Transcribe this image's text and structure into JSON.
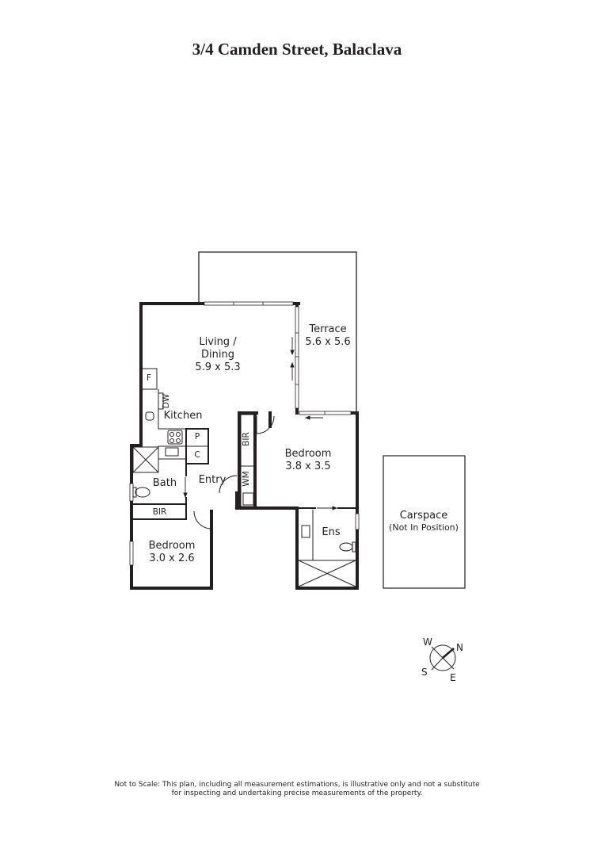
{
  "header": {
    "title": "3/4 Camden Street, Balaclava"
  },
  "rooms": {
    "living": {
      "name_line1": "Living /",
      "name_line2": "Dining",
      "size": "5.9 x 5.3"
    },
    "terrace": {
      "name": "Terrace",
      "size": "5.6 x 5.6"
    },
    "kitchen": {
      "name": "Kitchen"
    },
    "bedroom_main": {
      "name": "Bedroom",
      "size": "3.8 x 3.5"
    },
    "bedroom_second": {
      "name": "Bedroom",
      "size": "3.0 x 2.6"
    },
    "bath": {
      "name": "Bath"
    },
    "entry": {
      "name": "Entry"
    },
    "ensuite": {
      "name": "Ens"
    },
    "carspace": {
      "name": "Carspace",
      "note": "(Not In Position)"
    }
  },
  "fixtures": {
    "fridge": "F",
    "dishwasher": "DW",
    "pantry": "P",
    "cupboard": "C",
    "bir_main": "BIR",
    "washing_machine": "WM",
    "bir_second": "BIR"
  },
  "compass": {
    "n": "N",
    "s": "S",
    "e": "E",
    "w": "W"
  },
  "footer": {
    "disclaimer_line1": "Not to Scale: This plan, including all measurement estimations, is illustrative only and not a substitute",
    "disclaimer_line2": "for inspecting and undertaking precise measurements of the property."
  },
  "colors": {
    "wall": "#231f20",
    "window": "#9a9a9a",
    "background": "#ffffff"
  }
}
